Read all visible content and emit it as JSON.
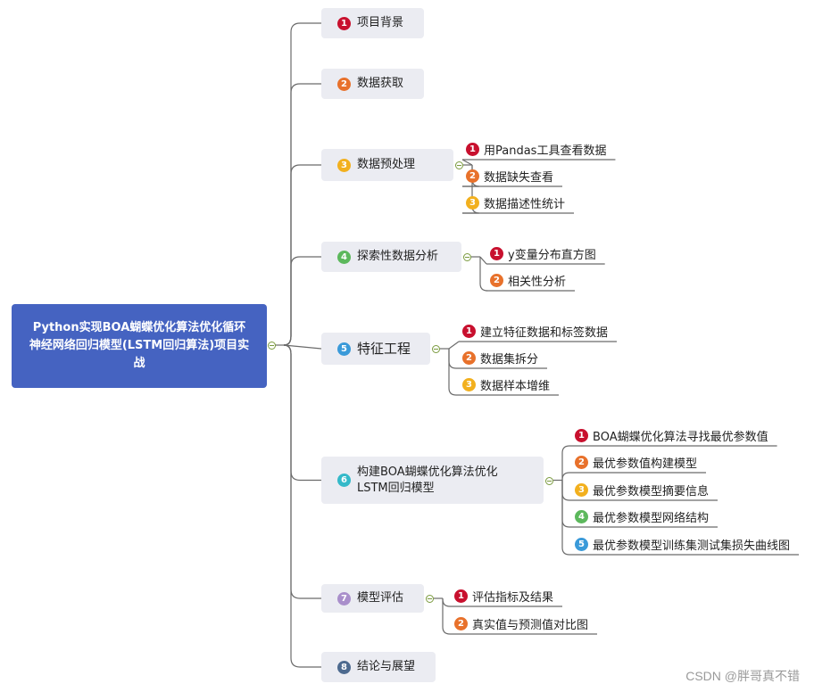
{
  "root": {
    "title": "Python实现BOA蝴蝶优化算法优化循环神经网络回归模型(LSTM回归算法)项目实战"
  },
  "colors": {
    "root_bg": "#4563c1",
    "branch_bg": "#ebecf2",
    "connector": "#6b6b6b",
    "badge_1": "#c8102e",
    "badge_2": "#e8712b",
    "badge_3": "#f2b01e",
    "badge_4": "#5cb85c",
    "badge_5": "#3a9ad9",
    "badge_6": "#34b9c9",
    "badge_7": "#a98fcb",
    "badge_8": "#4d6a8f"
  },
  "branches": [
    {
      "num": "1",
      "label": "项目背景",
      "children": []
    },
    {
      "num": "2",
      "label": "数据获取",
      "children": []
    },
    {
      "num": "3",
      "label": "数据预处理",
      "children": [
        {
          "num": "1",
          "label": "用Pandas工具查看数据"
        },
        {
          "num": "2",
          "label": "数据缺失查看"
        },
        {
          "num": "3",
          "label": "数据描述性统计"
        }
      ]
    },
    {
      "num": "4",
      "label": "探索性数据分析",
      "children": [
        {
          "num": "1",
          "label": "y变量分布直方图"
        },
        {
          "num": "2",
          "label": "相关性分析"
        }
      ]
    },
    {
      "num": "5",
      "label": "特征工程",
      "children": [
        {
          "num": "1",
          "label": "建立特征数据和标签数据"
        },
        {
          "num": "2",
          "label": "数据集拆分"
        },
        {
          "num": "3",
          "label": "数据样本增维"
        }
      ]
    },
    {
      "num": "6",
      "label": "构建BOA蝴蝶优化算法优化LSTM回归模型",
      "children": [
        {
          "num": "1",
          "label": "BOA蝴蝶优化算法寻找最优参数值"
        },
        {
          "num": "2",
          "label": "最优参数值构建模型"
        },
        {
          "num": "3",
          "label": "最优参数模型摘要信息"
        },
        {
          "num": "4",
          "label": "最优参数模型网络结构"
        },
        {
          "num": "5",
          "label": "最优参数模型训练集测试集损失曲线图"
        }
      ]
    },
    {
      "num": "7",
      "label": "模型评估",
      "children": [
        {
          "num": "1",
          "label": "评估指标及结果"
        },
        {
          "num": "2",
          "label": "真实值与预测值对比图"
        }
      ]
    },
    {
      "num": "8",
      "label": "结论与展望",
      "children": []
    }
  ],
  "watermark": "CSDN @胖哥真不错"
}
